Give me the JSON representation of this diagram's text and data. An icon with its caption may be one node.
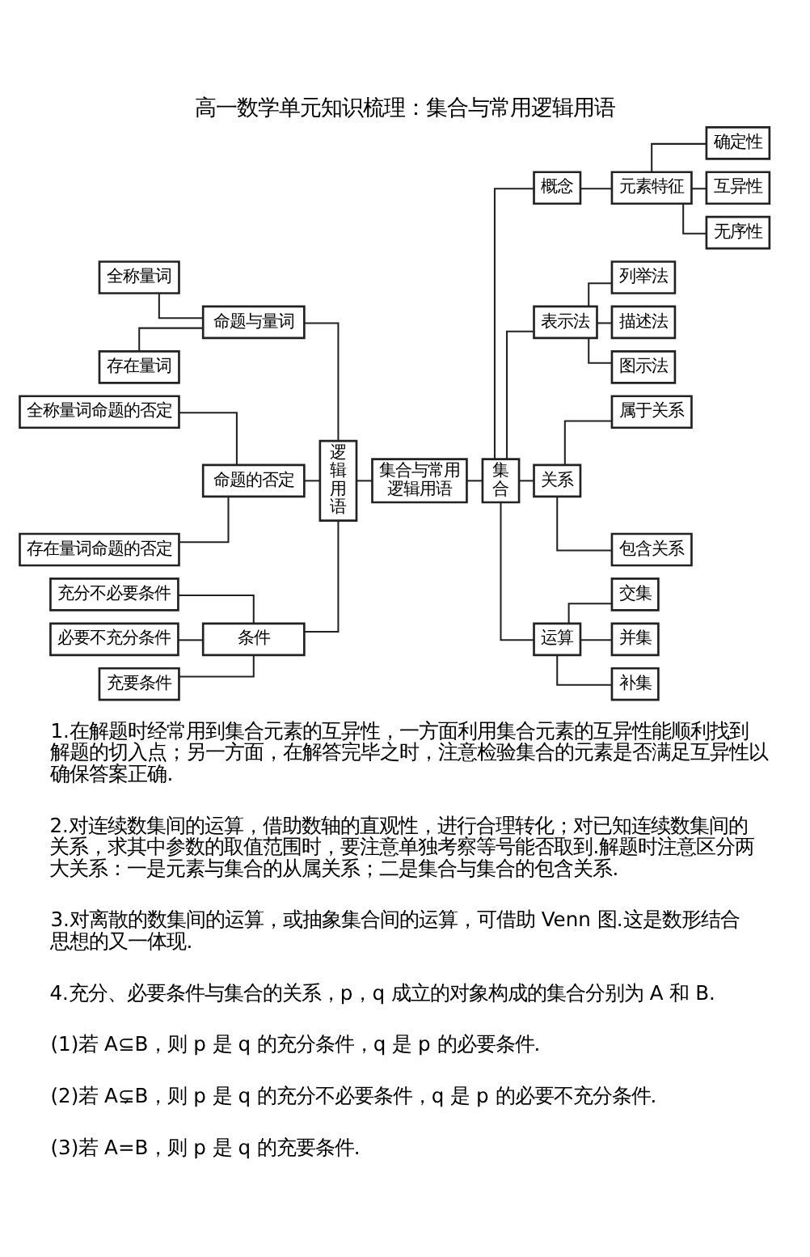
{
  "diagram": {
    "title": "高一数学单元知识梳理：集合与常用逻辑用语",
    "nodes": [
      {
        "text": [
          "全称量词"
        ]
      },
      {
        "text": [
          "存在量词"
        ]
      },
      {
        "text": [
          "全称量词命题的否定"
        ]
      },
      {
        "text": [
          "存在量词命题的否定"
        ]
      },
      {
        "text": [
          "充分不必要条件"
        ]
      },
      {
        "text": [
          "必要不充分条件"
        ]
      },
      {
        "text": [
          "充要条件"
        ]
      },
      {
        "text": [
          "命题与量词"
        ]
      },
      {
        "text": [
          "命题的否定"
        ]
      },
      {
        "text": [
          "条件"
        ]
      },
      {
        "text": [
          "逻辑用语"
        ]
      },
      {
        "text": [
          "集合与常用逻辑用语"
        ]
      },
      {
        "text": [
          "集合"
        ]
      },
      {
        "text": [
          "概念"
        ]
      },
      {
        "text": [
          "表示法"
        ]
      },
      {
        "text": [
          "关系"
        ]
      },
      {
        "text": [
          "运算"
        ]
      },
      {
        "text": [
          "元素特征"
        ]
      },
      {
        "text": [
          "列举法"
        ]
      },
      {
        "text": [
          "描述法"
        ]
      },
      {
        "text": [
          "图示法"
        ]
      },
      {
        "text": [
          "属于关系"
        ]
      },
      {
        "text": [
          "包含关系"
        ]
      },
      {
        "text": [
          "交集"
        ]
      },
      {
        "text": [
          "并集"
        ]
      },
      {
        "text": [
          "补集"
        ]
      },
      {
        "text": [
          "确定性"
        ]
      },
      {
        "text": [
          "互异性"
        ]
      },
      {
        "text": [
          "无序性"
        ]
      }
    ],
    "edges": [
      {
        "from": 0,
        "to": 7,
        "arrow": "none"
      },
      {
        "from": 1,
        "to": 7,
        "arrow": "none"
      },
      {
        "from": 2,
        "to": 8,
        "arrow": "none"
      },
      {
        "from": 3,
        "to": 8,
        "arrow": "none"
      },
      {
        "from": 4,
        "to": 9,
        "arrow": "none"
      },
      {
        "from": 5,
        "to": 9,
        "arrow": "none"
      },
      {
        "from": 6,
        "to": 9,
        "arrow": "none"
      },
      {
        "from": 7,
        "to": 10,
        "arrow": "none"
      },
      {
        "from": 8,
        "to": 10,
        "arrow": "none"
      },
      {
        "from": 9,
        "to": 10,
        "arrow": "none"
      },
      {
        "from": 10,
        "to": 11,
        "arrow": "none"
      },
      {
        "from": 11,
        "to": 12,
        "arrow": "none"
      },
      {
        "from": 12,
        "to": 13,
        "arrow": "none"
      },
      {
        "from": 12,
        "to": 14,
        "arrow": "none"
      },
      {
        "from": 12,
        "to": 15,
        "arrow": "none"
      },
      {
        "from": 12,
        "to": 16,
        "arrow": "none"
      },
      {
        "from": 13,
        "to": 17,
        "arrow": "none"
      },
      {
        "from": 17,
        "to": 26,
        "arrow": "none"
      },
      {
        "from": 17,
        "to": 27,
        "arrow": "none"
      },
      {
        "from": 17,
        "to": 28,
        "arrow": "none"
      },
      {
        "from": 14,
        "to": 18,
        "arrow": "none"
      },
      {
        "from": 14,
        "to": 19,
        "arrow": "none"
      },
      {
        "from": 14,
        "to": 20,
        "arrow": "none"
      },
      {
        "from": 15,
        "to": 21,
        "arrow": "none"
      },
      {
        "from": 15,
        "to": 22,
        "arrow": "none"
      },
      {
        "from": 16,
        "to": 23,
        "arrow": "none"
      },
      {
        "from": 16,
        "to": 24,
        "arrow": "none"
      },
      {
        "from": 16,
        "to": 25,
        "arrow": "none"
      }
    ],
    "labels": [
      "1.在解题时经常用到集合元素的互异性，一方面利用集合元素的互异性能顺利找到解题的切入点；另一方面，在解答完毕之时，注意检验集合的元素是否满足互异性以确保答案正确.",
      "2.对连续数集间的运算，借助数轴的直观性，进行合理转化；对已知连续数集间的关系，求其中参数的取值范围时，要注意单独考察等号能否取到.解题时注意区分两大关系：一是元素与集合的从属关系；二是集合与集合的包含关系.",
      "3.对离散的数集间的运算，或抽象集合间的运算，可借助 Venn 图.这是数形结合思想的又一体现.",
      "4.充分、必要条件与集合的关系，p，q 成立的对象构成的集合分别为 A 和 B.",
      "(1)若 A⊆B，则 p 是 q 的充分条件，q 是 p 的必要条件.",
      "(2)若 A⊊B，则 p 是 q 的充分不必要条件，q 是 p 的必要不充分条件.",
      "(3)若 A=B，则 p 是 q 的充要条件."
    ]
  }
}
